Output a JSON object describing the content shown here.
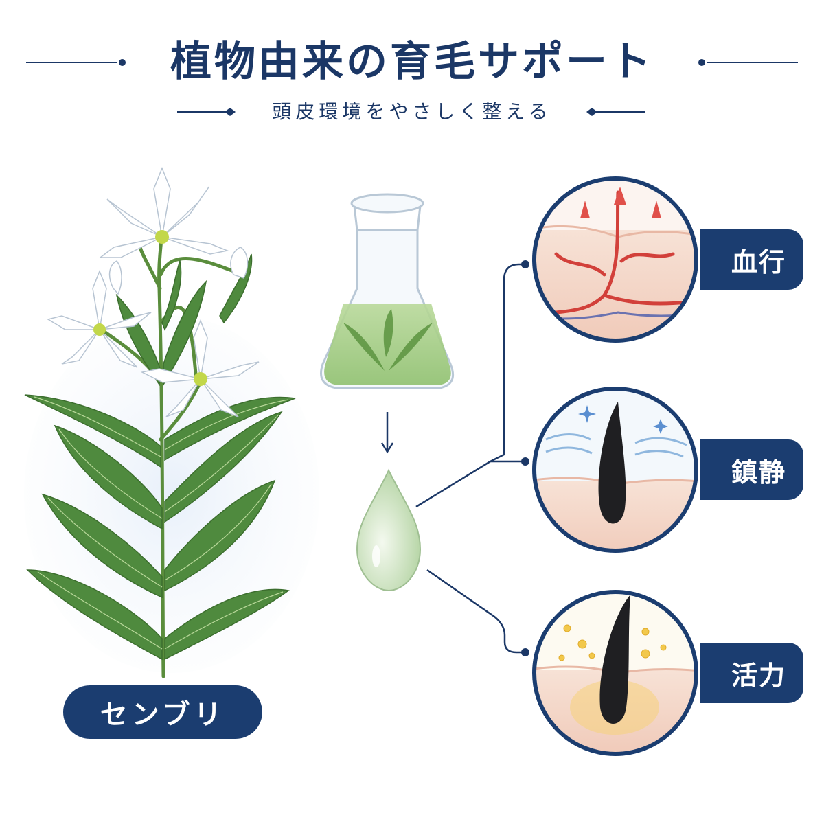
{
  "header": {
    "title": "植物由来の育毛サポート",
    "subtitle": "頭皮環境をやさしく整える"
  },
  "plant": {
    "label": "センブリ"
  },
  "effects": [
    {
      "label": "血行",
      "icon": "blood-vessel-icon"
    },
    {
      "label": "鎮静",
      "icon": "soothing-hair-icon"
    },
    {
      "label": "活力",
      "icon": "vitality-hair-icon"
    }
  ],
  "colors": {
    "navy": "#1b3d70",
    "leaf": "#4f8a3e",
    "skin": "#f6d9cc",
    "vessel": "#d2403a",
    "extract": "#a9cf8a"
  }
}
